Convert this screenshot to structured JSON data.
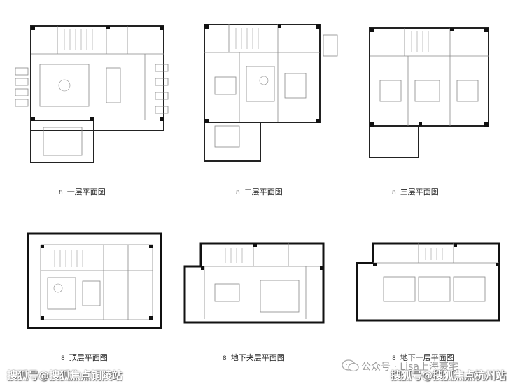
{
  "plans": [
    {
      "id": "floor-1",
      "caption": "一层平面图",
      "bullet": "8"
    },
    {
      "id": "floor-2",
      "caption": "二层平面图",
      "bullet": "8"
    },
    {
      "id": "floor-3",
      "caption": "三层平面图",
      "bullet": "8"
    },
    {
      "id": "top-floor",
      "caption": "顶层平面图",
      "bullet": "8"
    },
    {
      "id": "basement-mezzanine",
      "caption": "地下夹层平面图",
      "bullet": "8"
    },
    {
      "id": "basement-1",
      "caption": "地下一层平面图",
      "bullet": "8"
    }
  ],
  "watermarks": {
    "left": "搜狐号@搜狐焦点铜陵站",
    "right": "搜狐号@搜狐焦点杭州站",
    "middle": "公众号 · Lisa上海豪宅"
  }
}
